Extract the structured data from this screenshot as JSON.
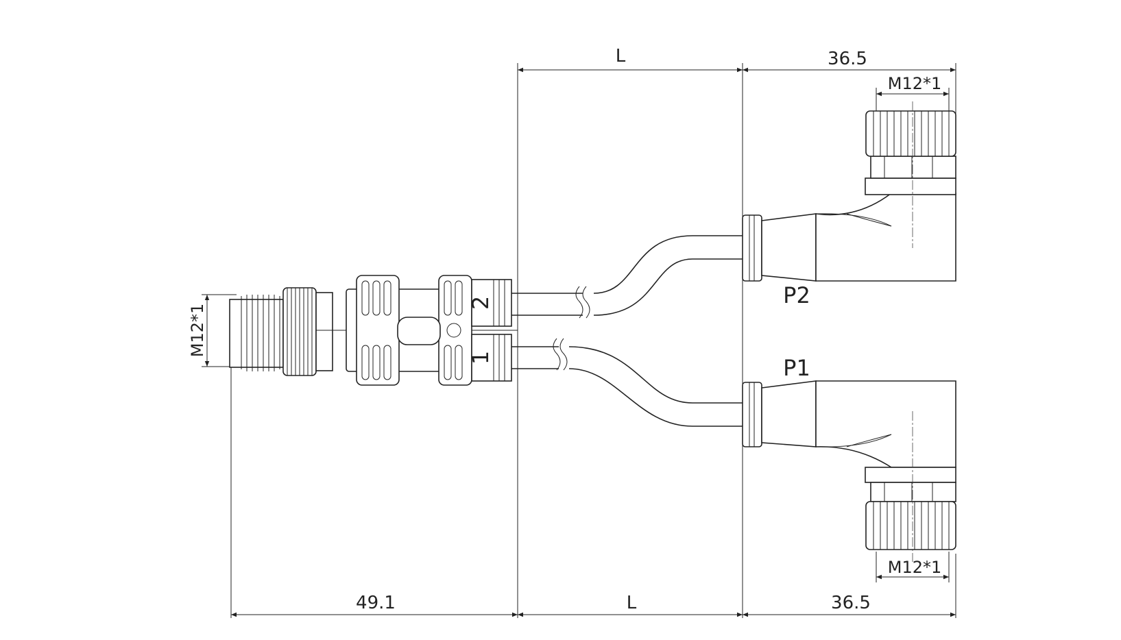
{
  "dimensions": {
    "top_length": "L",
    "top_right": "36.5",
    "bottom_left": "49.1",
    "bottom_length": "L",
    "bottom_right": "36.5",
    "thread_top": "M12*1",
    "thread_bottom": "M12*1",
    "thread_left": "M12*1"
  },
  "connectors": {
    "port2_label": "P2",
    "port1_label": "P1",
    "splitter_port_2": "2",
    "splitter_port_1": "1"
  }
}
